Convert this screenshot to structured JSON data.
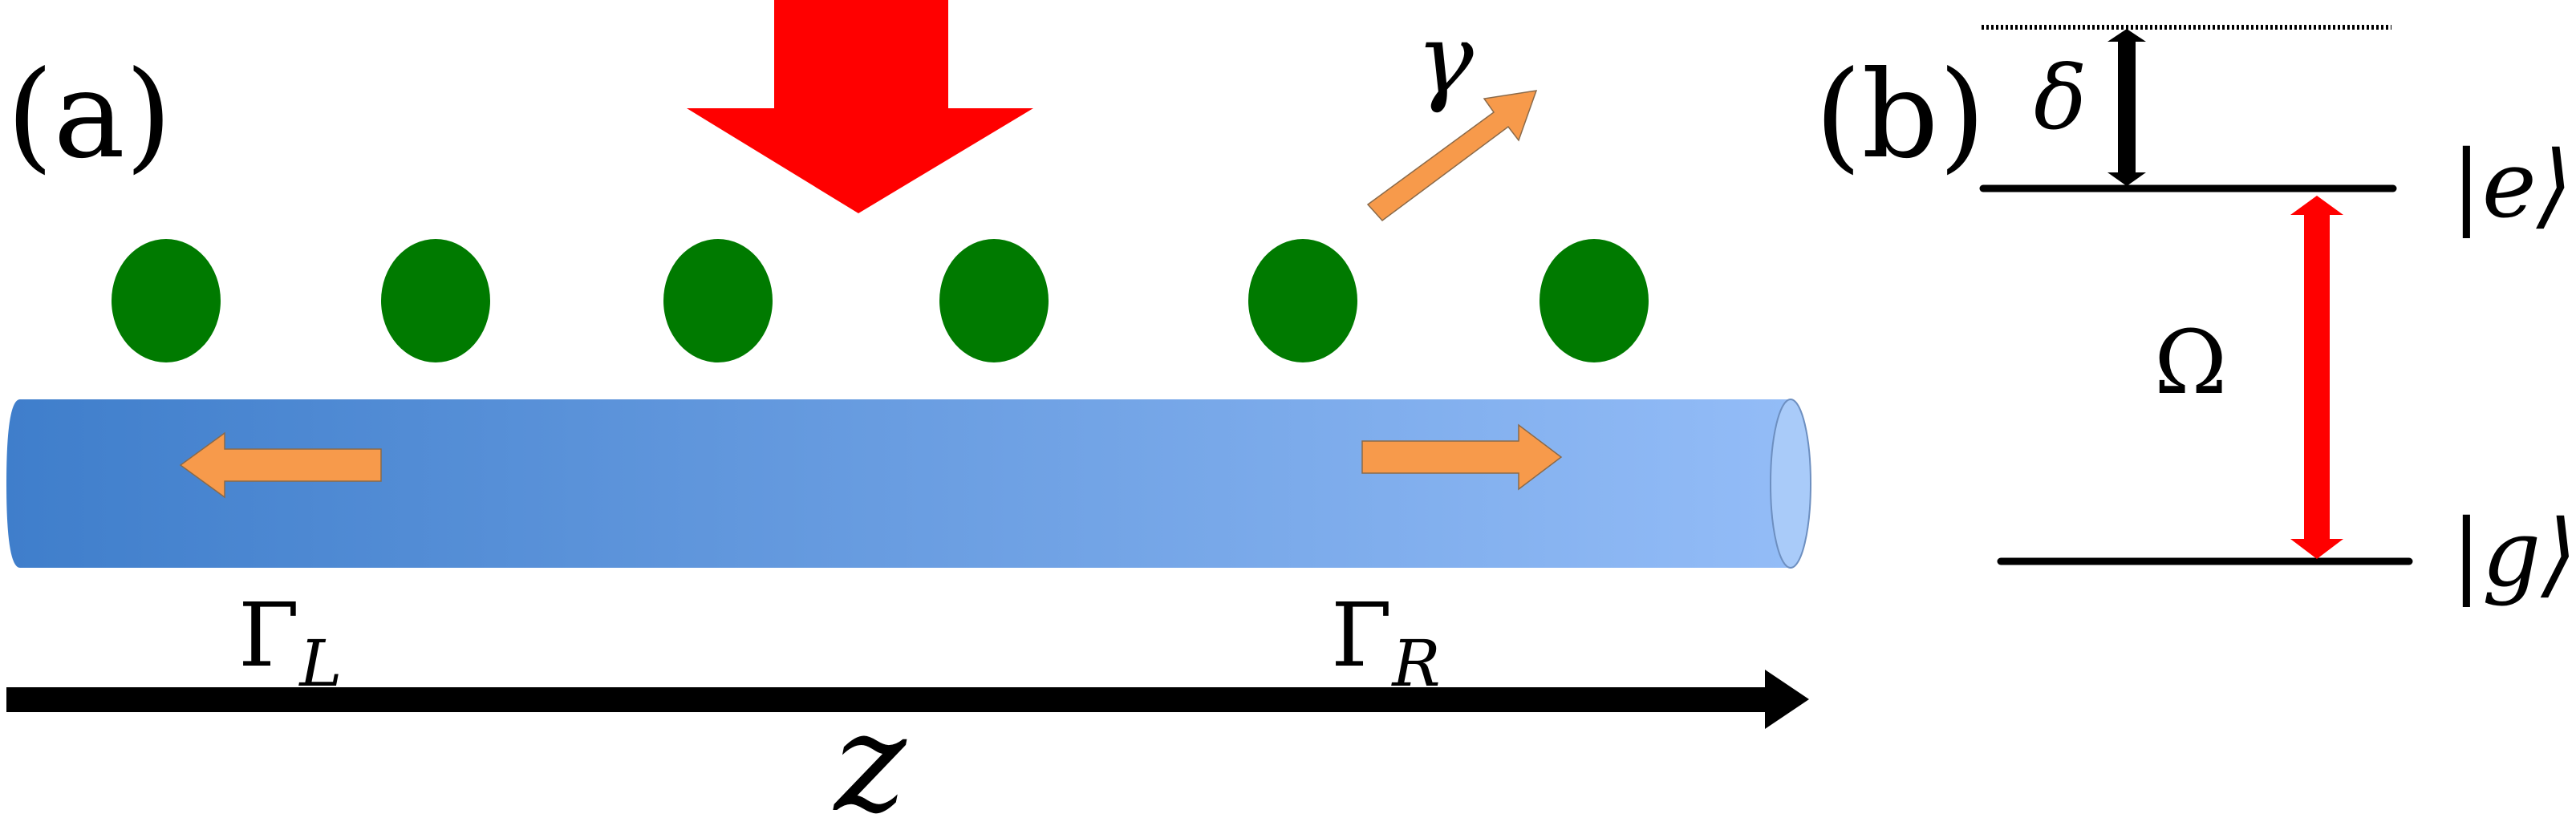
{
  "panel_a": {
    "label": "(a)",
    "gamma": "γ",
    "gamma_L": "Γ",
    "gamma_L_sub": "L",
    "gamma_R": "Γ",
    "gamma_R_sub": "R",
    "axis": "z",
    "atom_count": 6
  },
  "panel_b": {
    "label": "(b)",
    "delta": "δ",
    "omega": "Ω",
    "excited": "|e⟩",
    "ground": "|g⟩"
  },
  "colors": {
    "pump_arrow": "#ff0000",
    "atoms": "#007a00",
    "emission_arrows": "#f79a4b",
    "waveguide_left": "#3f7ecb",
    "waveguide_right": "#93bcf7",
    "rabi_arrow": "#ff0000"
  }
}
